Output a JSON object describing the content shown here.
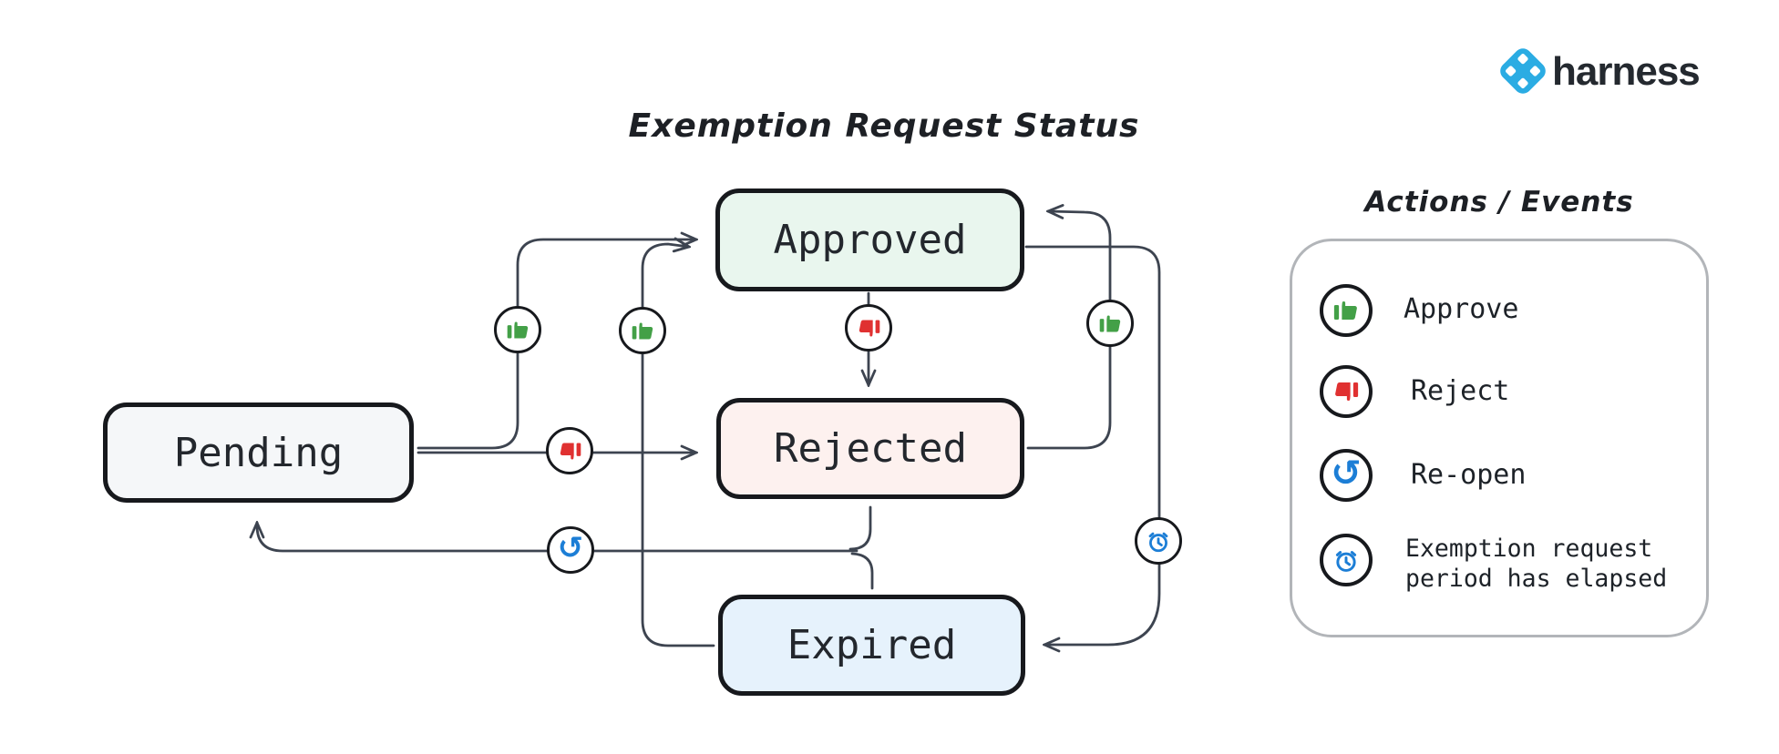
{
  "title": "Exemption Request Status",
  "brand": {
    "name": "harness",
    "logo_icon": "harness-diamond-icon",
    "logo_color": "#2bace3"
  },
  "diagram": {
    "states": [
      {
        "id": "approved",
        "label": "Approved",
        "fill": "#e9f6ee"
      },
      {
        "id": "pending",
        "label": "Pending",
        "fill": "#f5f7f9"
      },
      {
        "id": "rejected",
        "label": "Rejected",
        "fill": "#fdf1ef"
      },
      {
        "id": "expired",
        "label": "Expired",
        "fill": "#e6f2fc"
      }
    ],
    "transitions": [
      {
        "from": "Pending",
        "to": "Approved",
        "action": "Approve"
      },
      {
        "from": "Pending",
        "to": "Rejected",
        "action": "Reject"
      },
      {
        "from": "Approved",
        "to": "Rejected",
        "action": "Reject"
      },
      {
        "from": "Rejected",
        "to": "Approved",
        "action": "Approve"
      },
      {
        "from": "Expired",
        "to": "Approved",
        "action": "Approve"
      },
      {
        "from": "Approved",
        "to": "Expired",
        "action": "Exemption request period has elapsed"
      },
      {
        "from": "Rejected",
        "to": "Pending",
        "action": "Re-open"
      },
      {
        "from": "Expired",
        "to": "Pending",
        "action": "Re-open"
      }
    ]
  },
  "legend": {
    "title": "Actions / Events",
    "items": [
      {
        "icon": "thumbs-up-icon",
        "label": "Approve",
        "color": "#43a047"
      },
      {
        "icon": "thumbs-down-icon",
        "label": "Reject",
        "color": "#e03131"
      },
      {
        "icon": "reopen-icon",
        "label": "Re-open",
        "color": "#1c7ed6"
      },
      {
        "icon": "alarm-clock-icon",
        "label": "Exemption request period has elapsed",
        "color": "#1c7ed6"
      }
    ]
  },
  "colors": {
    "approve_green": "#43a047",
    "reject_red": "#e03131",
    "action_blue": "#1c7ed6",
    "brand_blue": "#2bace3",
    "wire": "#3d4450",
    "node_border": "#17191d"
  }
}
